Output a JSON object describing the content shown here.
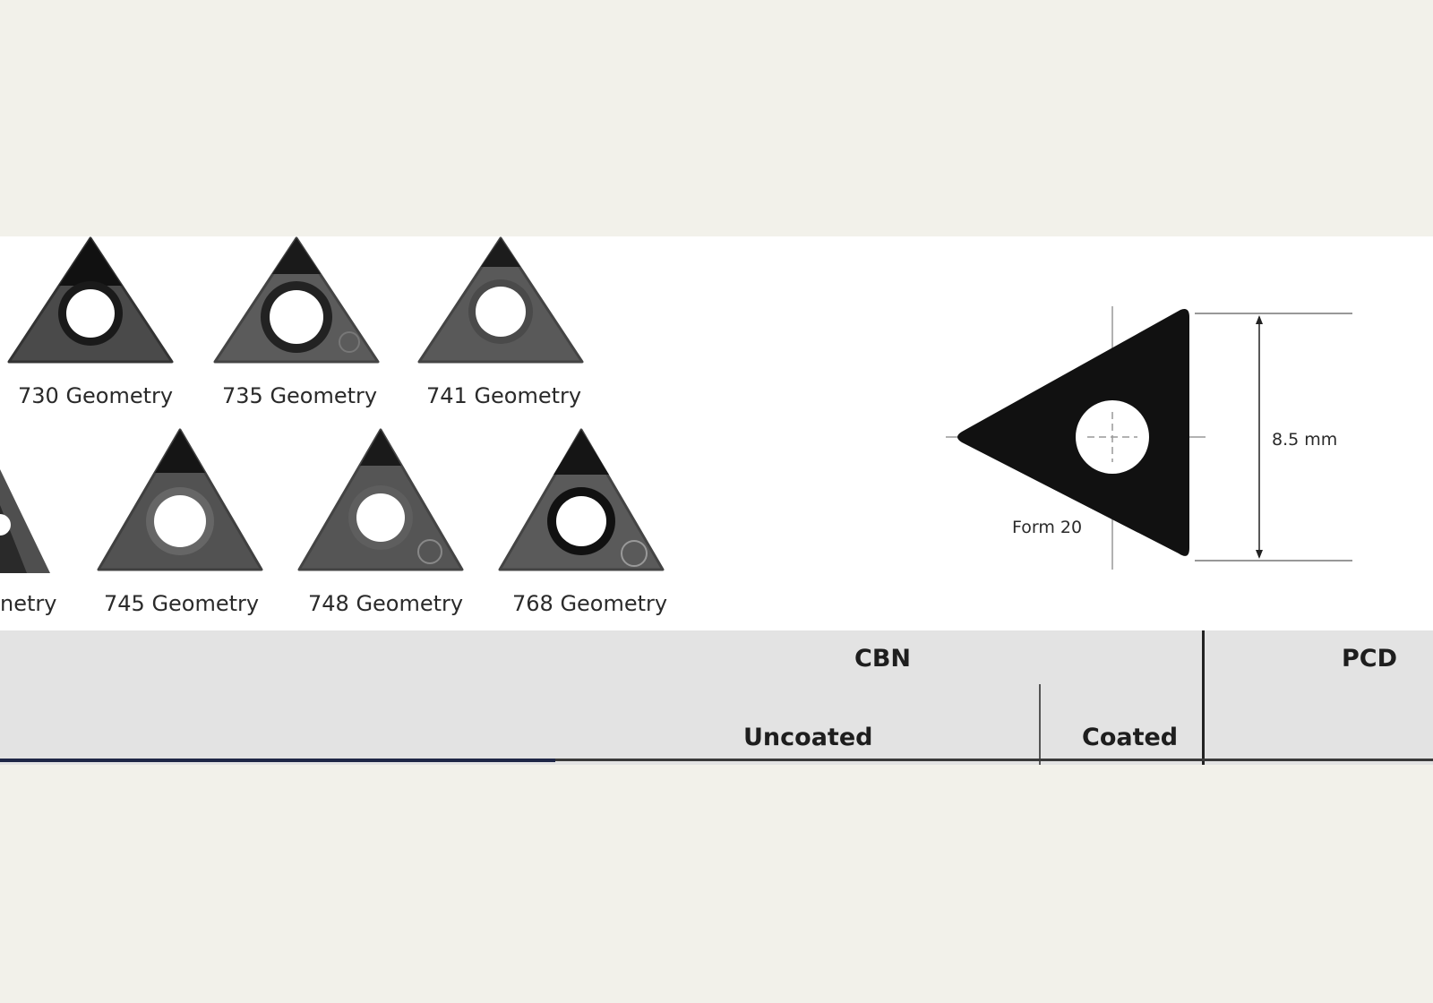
{
  "inserts_row1": [
    {
      "label": "730 Geometry"
    },
    {
      "label": "735 Geometry"
    },
    {
      "label": "741 Geometry"
    }
  ],
  "inserts_row2": [
    {
      "label": "netry"
    },
    {
      "label": "745 Geometry"
    },
    {
      "label": "748 Geometry"
    },
    {
      "label": "768 Geometry"
    }
  ],
  "diagram": {
    "form_label": "Form 20",
    "dimension_label": "8.5 mm"
  },
  "table": {
    "group_cbn": "CBN",
    "group_pcd": "PCD",
    "col_uncoated": "Uncoated",
    "col_coated": "Coated"
  },
  "colors": {
    "background": "#f2f1ea",
    "panel": "#ffffff",
    "header_fill": "#e3e3e3"
  }
}
